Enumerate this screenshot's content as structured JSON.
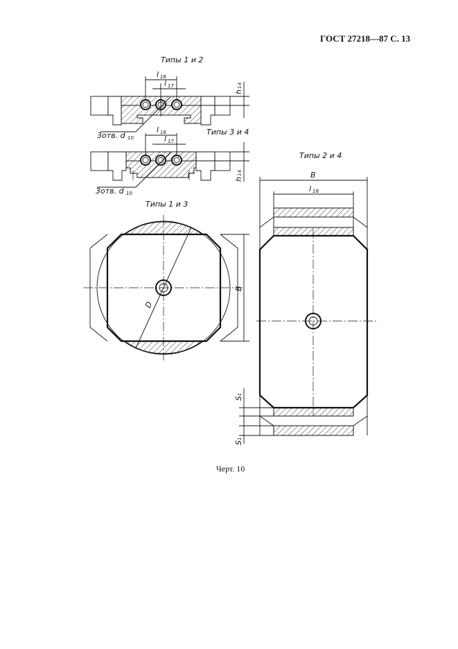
{
  "header": "ГОСТ 27218—87 С. 13",
  "caption": "Черт. 10",
  "labels": {
    "types_1_2": "Типы 1 и 2",
    "types_3_4": "Типы 3 и 4",
    "types_1_3": "Типы 1 и 3",
    "types_2_4": "Типы 2 и 4",
    "l16": "l",
    "l16_sub": "16",
    "l17": "l",
    "l17_sub": "17",
    "h14": "h",
    "h14_sub": "14",
    "holes": "3отв. d",
    "holes_sub": "10",
    "B": "B",
    "D": "D",
    "l18": "l",
    "l18_sub": "18",
    "S1": "S",
    "S1_sub": "1"
  }
}
